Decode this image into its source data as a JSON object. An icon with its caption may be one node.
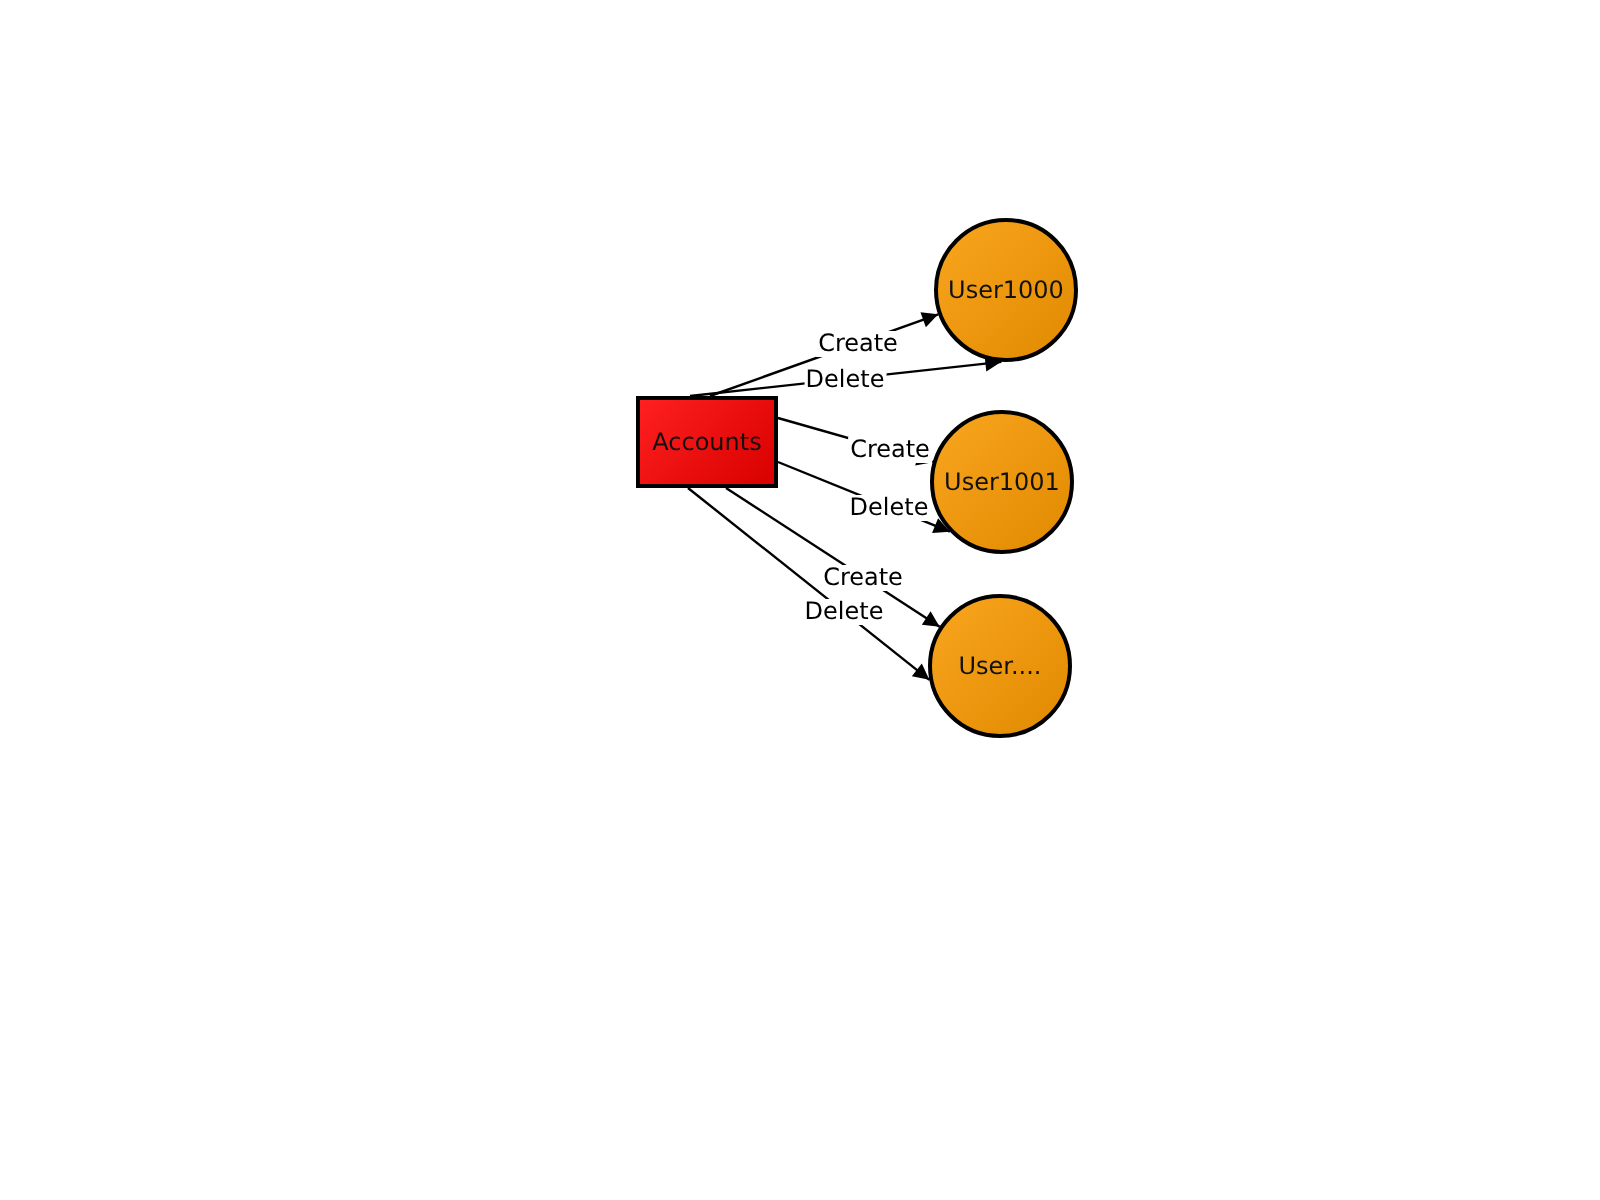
{
  "diagram": {
    "nodes": [
      {
        "text": [
          "Accounts"
        ]
      },
      {
        "text": [
          "User1000"
        ]
      },
      {
        "text": [
          "User1001"
        ]
      },
      {
        "text": [
          "User...."
        ]
      }
    ],
    "edges": [
      {
        "from": 0,
        "to": 1,
        "arrow": "to",
        "label": "Create"
      },
      {
        "from": 0,
        "to": 1,
        "arrow": "to",
        "label": "Delete"
      },
      {
        "from": 0,
        "to": 2,
        "arrow": "to",
        "label": "Create"
      },
      {
        "from": 0,
        "to": 2,
        "arrow": "to",
        "label": "Delete"
      },
      {
        "from": 0,
        "to": 3,
        "arrow": "to",
        "label": "Create"
      },
      {
        "from": 0,
        "to": 3,
        "arrow": "to",
        "label": "Delete"
      }
    ]
  }
}
